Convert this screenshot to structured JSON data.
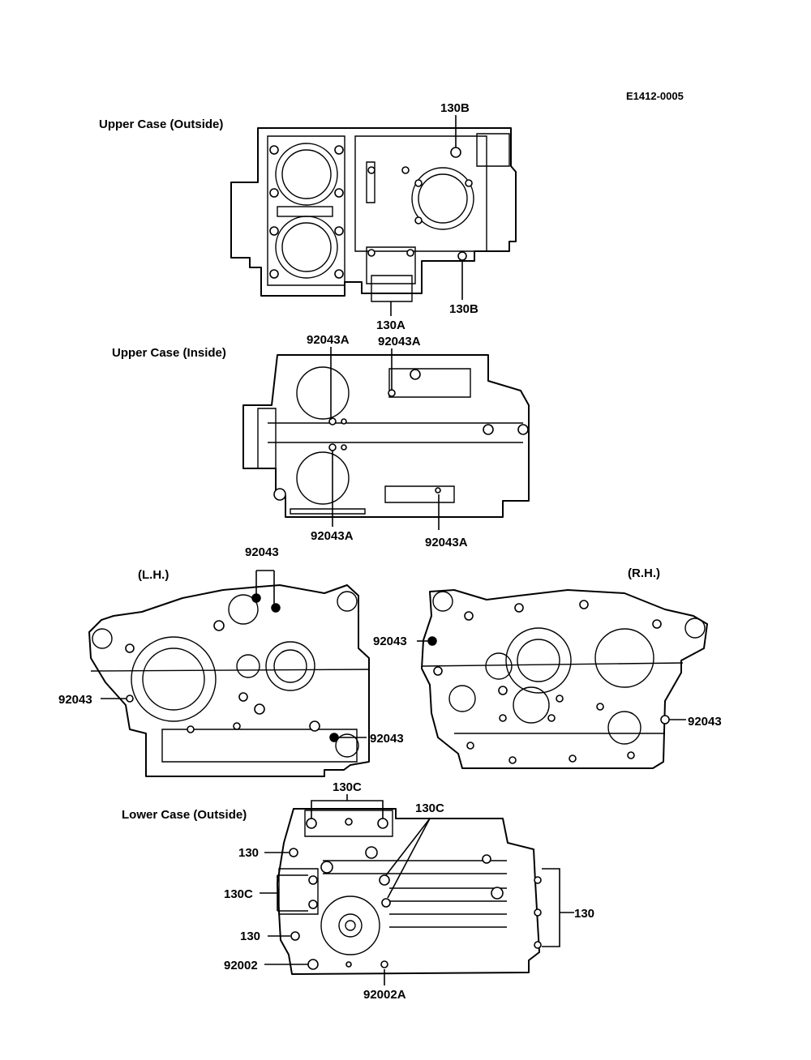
{
  "drawing": {
    "ref_code": "E1412-0005",
    "views": {
      "upper_outside": "Upper Case (Outside)",
      "upper_inside": "Upper Case (Inside)",
      "left_side": "(L.H.)",
      "right_side": "(R.H.)",
      "lower_outside": "Lower Case (Outside)"
    },
    "labels": {
      "uo_130B_top": "130B",
      "uo_130B_bottom": "130B",
      "uo_130A": "130A",
      "ui_92043A_1": "92043A",
      "ui_92043A_2": "92043A",
      "ui_92043A_3": "92043A",
      "ui_92043A_4": "92043A",
      "lh_92043_top": "92043",
      "lh_92043_left": "92043",
      "lh_92043_bottom": "92043",
      "rh_92043_left": "92043",
      "rh_92043_right": "92043",
      "lo_130C_top": "130C",
      "lo_130C_right": "130C",
      "lo_130_1": "130",
      "lo_130C_left": "130C",
      "lo_130_2": "130",
      "lo_92002": "92002",
      "lo_92002A": "92002A",
      "lo_130_right": "130"
    }
  }
}
